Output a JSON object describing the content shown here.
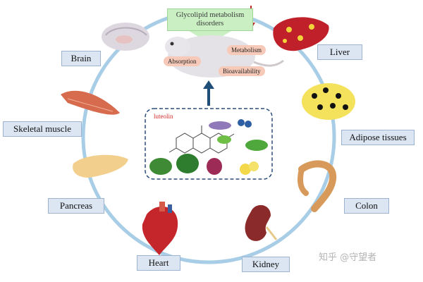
{
  "top_banner": {
    "line1": "Glycolipid metabolism",
    "line2": "disorders"
  },
  "mouse_tags": {
    "metabolism": "Metabolism",
    "absorption": "Absorption",
    "bioavailability": "Bioavailability"
  },
  "center": {
    "compound_label": "luteolin"
  },
  "organs": {
    "brain": "Brain",
    "liver": "Liver",
    "skeletal_muscle": "Skeletal muscle",
    "adipose": "Adipose tissues",
    "pancreas": "Pancreas",
    "colon": "Colon",
    "heart": "Heart",
    "kidney": "Kidney"
  },
  "watermark": "知乎 @守望者",
  "colors": {
    "circle": "#a8cde6",
    "label_fill": "#dce6f2",
    "label_border": "#9db3cf",
    "banner_fill": "#c9efc3",
    "arrow_blue": "#1f4e79",
    "arrow_red": "#c0282c",
    "center_border": "#2b4f7a"
  }
}
